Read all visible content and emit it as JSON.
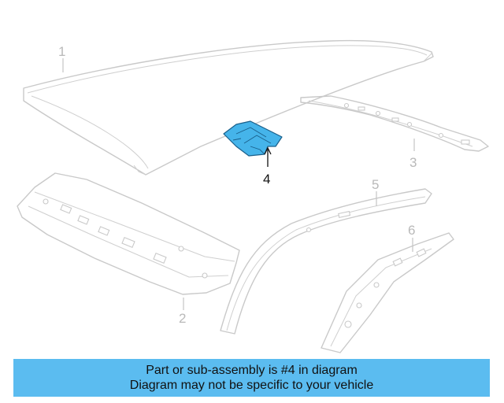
{
  "diagram": {
    "callouts": [
      {
        "id": "1",
        "label": "1"
      },
      {
        "id": "2",
        "label": "2"
      },
      {
        "id": "3",
        "label": "3"
      },
      {
        "id": "4",
        "label": "4"
      },
      {
        "id": "5",
        "label": "5"
      },
      {
        "id": "6",
        "label": "6"
      }
    ],
    "highlighted_part": "4",
    "highlight_color": "#45b4ea",
    "part_line_color": "#c9c9c9"
  },
  "banner": {
    "line1": "Part or sub-assembly is #4 in diagram",
    "line2": "Diagram may not be specific to your vehicle",
    "background": "#5bbcf0"
  }
}
